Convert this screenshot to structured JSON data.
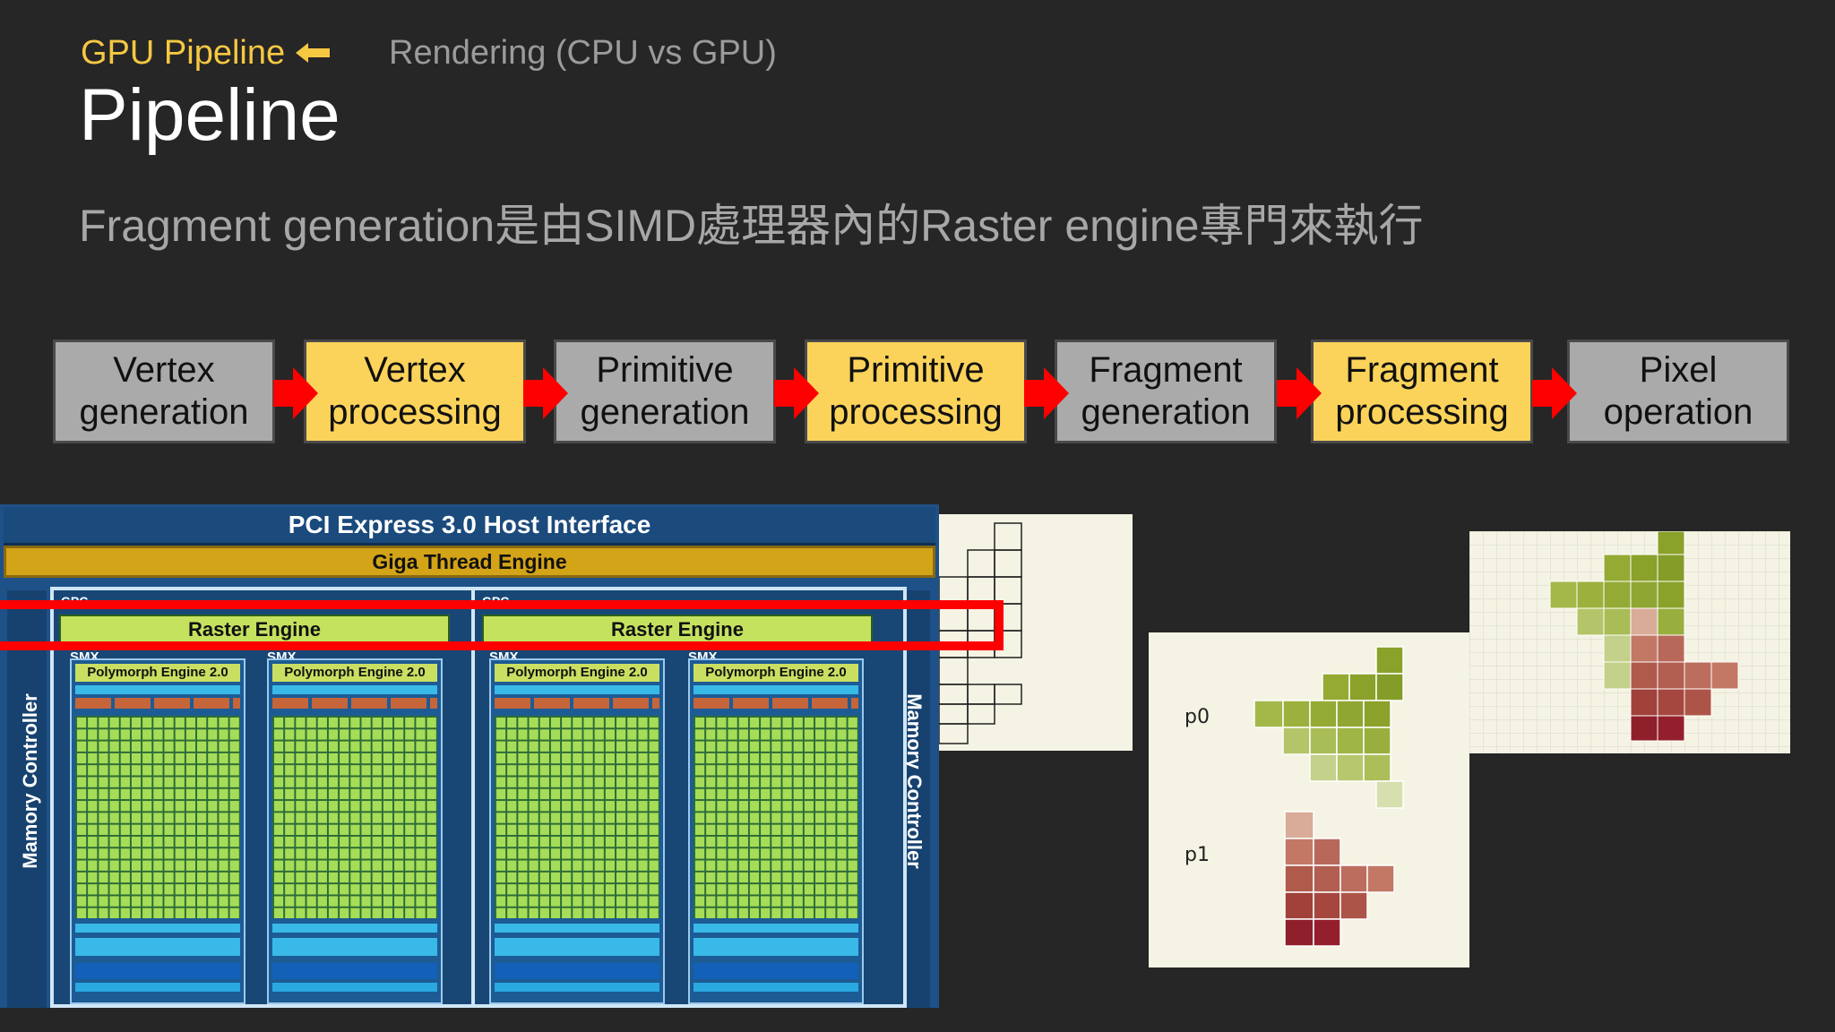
{
  "breadcrumb": {
    "active": "GPU Pipeline",
    "other": "Rendering (CPU vs GPU)"
  },
  "title": "Pipeline",
  "subtitle": "Fragment generation是由SIMD處理器內的Raster engine專門來執行",
  "pipeline": [
    {
      "line1": "Vertex",
      "line2": "generation",
      "style": "gray"
    },
    {
      "line1": "Vertex",
      "line2": "processing",
      "style": "yellow"
    },
    {
      "line1": "Primitive",
      "line2": "generation",
      "style": "gray"
    },
    {
      "line1": "Primitive",
      "line2": "processing",
      "style": "yellow"
    },
    {
      "line1": "Fragment",
      "line2": "generation",
      "style": "gray"
    },
    {
      "line1": "Fragment",
      "line2": "processing",
      "style": "yellow"
    },
    {
      "line1": "Pixel",
      "line2": "operation",
      "style": "gray"
    }
  ],
  "gpu_diagram": {
    "pci": "PCI Express 3.0 Host Interface",
    "giga": "Giga Thread Engine",
    "gpc": "GPC",
    "raster": "Raster Engine",
    "smx": "SMX",
    "polymorph": "Polymorph Engine 2.0",
    "memory_controller": "Mamory Controller"
  },
  "fragments": {
    "p0": "p0",
    "p1": "p1"
  },
  "colors": {
    "accent": "#f5c842",
    "stage_gray": "#aaaaaa",
    "stage_yellow": "#fcd35a",
    "arrow": "#ff0000",
    "highlight": "#ff0000"
  }
}
